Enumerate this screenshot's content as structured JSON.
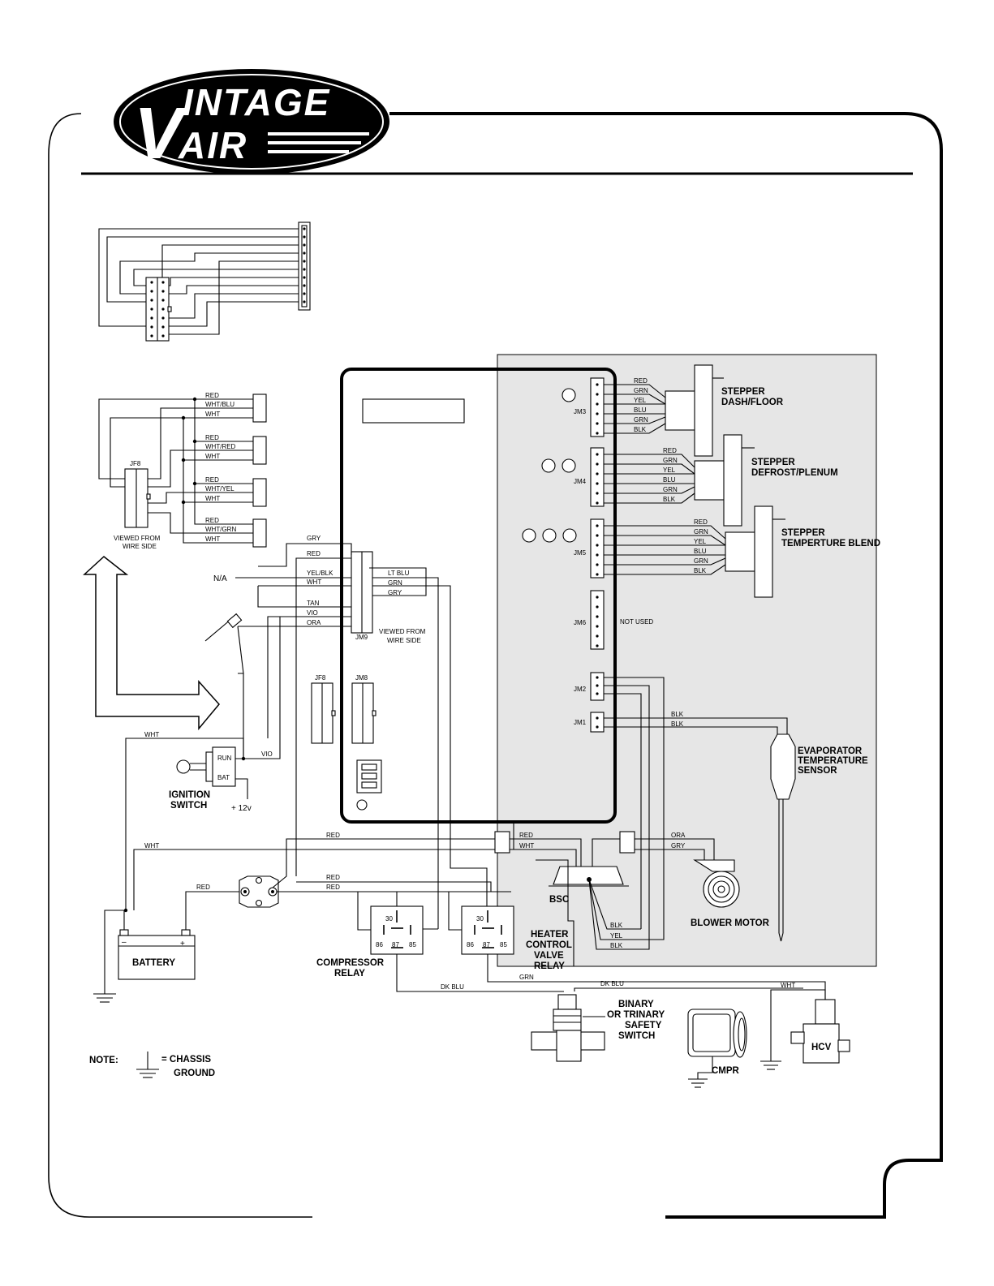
{
  "logo": {
    "line1": "INTAGE",
    "line2": "AIR",
    "initial": "V"
  },
  "labels": {
    "jm3": "JM3",
    "jm4": "JM4",
    "jm5": "JM5",
    "jm6": "JM6",
    "jm2": "JM2",
    "jm1": "JM1",
    "jm9": "JM9",
    "jm8": "JM8",
    "jf8_board": "JF8",
    "jf8": "JF8",
    "not_used": "NOT USED",
    "viewed_from_1": "VIEWED FROM",
    "wire_side_1": "WIRE SIDE",
    "viewed_from_2": "VIEWED FROM",
    "wire_side_2": "WIRE SIDE",
    "na": "N/A",
    "run": "RUN",
    "bat": "BAT",
    "ignition_1": "IGNITION",
    "ignition_2": "SWITCH",
    "plus12": "+ 12v",
    "battery": "BATTERY",
    "minus": "–",
    "plus": "+",
    "bsc": "BSC",
    "blower_motor": "BLOWER MOTOR",
    "stepper_dash_1": "STEPPER",
    "stepper_dash_2": "DASH/FLOOR",
    "stepper_def_1": "STEPPER",
    "stepper_def_2": "DEFROST/PLENUM",
    "stepper_temp_1": "STEPPER",
    "stepper_temp_2": "TEMPERTURE BLEND",
    "evap_1": "EVAPORATOR",
    "evap_2": "TEMPERATURE",
    "evap_3": "SENSOR",
    "comp_relay_1": "COMPRESSOR",
    "comp_relay_2": "RELAY",
    "heater_1": "HEATER",
    "heater_2": "CONTROL",
    "heater_3": "VALVE",
    "heater_4": "RELAY",
    "binary_1": "BINARY",
    "binary_2": "OR TRINARY",
    "binary_3": "SAFETY",
    "binary_4": "SWITCH",
    "cmpr": "CMPR",
    "hcv": "HCV",
    "note": "NOTE:",
    "chassis_1": "= CHASSIS",
    "chassis_2": "GROUND",
    "r30a": "30",
    "r86a": "86",
    "r87a": "87",
    "r85a": "85",
    "r30b": "30",
    "r86b": "86",
    "r87b": "87",
    "r85b": "85"
  },
  "wires": {
    "jm3": [
      "RED",
      "GRN",
      "YEL",
      "BLU",
      "GRN",
      "BLK"
    ],
    "jm4": [
      "RED",
      "GRN",
      "YEL",
      "BLU",
      "GRN",
      "BLK"
    ],
    "jm5": [
      "RED",
      "GRN",
      "YEL",
      "BLU",
      "GRN",
      "BLK"
    ],
    "jf8_groups": [
      [
        "RED",
        "WHT/BLU",
        "WHT"
      ],
      [
        "RED",
        "WHT/RED",
        "WHT"
      ],
      [
        "RED",
        "WHT/YEL",
        "WHT"
      ],
      [
        "RED",
        "WHT/GRN",
        "WHT"
      ]
    ],
    "jm9_left": [
      "GRY",
      "RED",
      "YEL/BLK",
      "WHT",
      "TAN",
      "VIO",
      "ORA"
    ],
    "jm9_right": [
      "LT BLU",
      "GRN",
      "GRY"
    ],
    "jm1": [
      "BLK",
      "BLK"
    ],
    "vio": "VIO",
    "wht_ign": "WHT",
    "wht_left": "WHT",
    "red_top": "RED",
    "red_bat": "RED",
    "red_mid1": "RED",
    "red_mid2": "RED",
    "red_bsc": "RED",
    "wht_bsc": "WHT",
    "ora_blower": "ORA",
    "gry_blower": "GRY",
    "bsc_blk1": "BLK",
    "bsc_yel": "YEL",
    "bsc_blk2": "BLK",
    "dk_blu_1": "DK BLU",
    "dk_blu_2": "DK BLU",
    "grn_hcv": "GRN",
    "wht_hcv": "WHT"
  }
}
